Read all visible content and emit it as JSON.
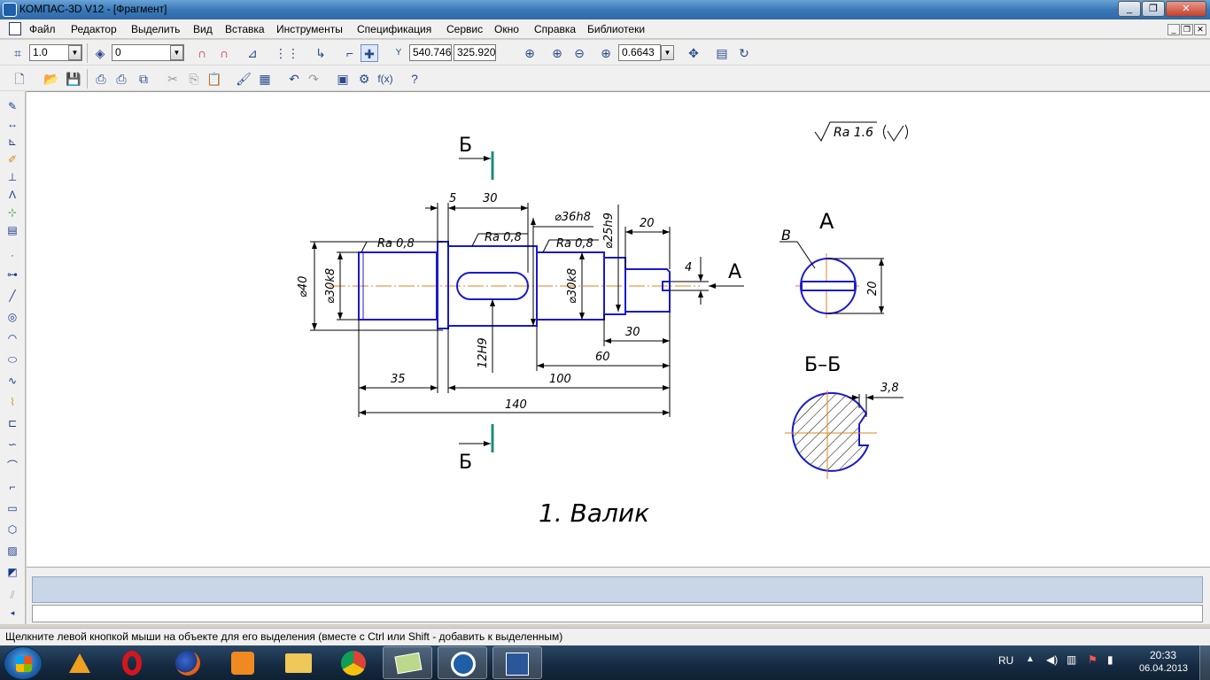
{
  "window": {
    "title": "КОМПАС-3D V12 - [Фрагмент]"
  },
  "menu": [
    "Файл",
    "Редактор",
    "Выделить",
    "Вид",
    "Вставка",
    "Инструменты",
    "Спецификация",
    "Сервис",
    "Окно",
    "Справка",
    "Библиотеки"
  ],
  "toolbar_current": {
    "scale_value": "1.0",
    "layer_value": "0",
    "coord_x": "540.746",
    "coord_y": "325.920",
    "zoom_value": "0.6643"
  },
  "drawing": {
    "title": "1. Валик",
    "roughness_general": "Ra 1.6",
    "labels": {
      "section_top": "Б",
      "section_bottom": "Б",
      "view_arrow": "А",
      "view_title": "А",
      "view_leader": "В",
      "section_title": "Б–Б"
    },
    "dimensions": {
      "d5": "5",
      "d30_top": "30",
      "d36h8": "⌀36h8",
      "d25h9": "⌀25h9",
      "d20_top": "20",
      "ra1": "Ra 0,8",
      "ra2": "Ra 0,8",
      "ra3": "Ra 0,8",
      "d40": "⌀40",
      "d30k8_left": "⌀30k8",
      "d30k8_right": "⌀30k8",
      "d4": "4",
      "d12h9": "12H9",
      "d30_bot": "30",
      "d60": "60",
      "d35": "35",
      "d100": "100",
      "d140": "140",
      "d20_view": "20",
      "d3_8": "3,8"
    }
  },
  "status_text": "Щелкните левой кнопкой мыши на объекте для его выделения (вместе с Ctrl или Shift - добавить к выделенным)",
  "tray": {
    "lang": "RU",
    "time": "20:33",
    "date": "06.04.2013"
  },
  "colors": {
    "contour": "#1a1acc",
    "axis": "#e0851f",
    "thin": "#000000",
    "section_marker": "#1f8c7c"
  }
}
